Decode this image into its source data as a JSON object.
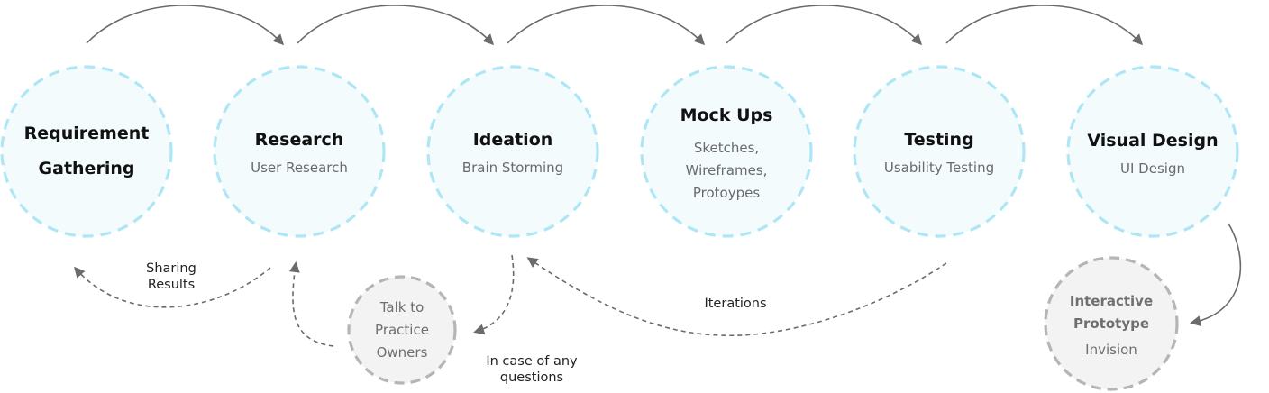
{
  "stages": [
    {
      "title_lines": [
        "Requirement",
        "Gathering"
      ],
      "sub_lines": []
    },
    {
      "title_lines": [
        "Research"
      ],
      "sub_lines": [
        "User Research"
      ]
    },
    {
      "title_lines": [
        "Ideation"
      ],
      "sub_lines": [
        "Brain Storming"
      ]
    },
    {
      "title_lines": [
        "Mock Ups"
      ],
      "sub_lines": [
        "Sketches,",
        "Wireframes,",
        "Protoypes"
      ]
    },
    {
      "title_lines": [
        "Testing"
      ],
      "sub_lines": [
        "Usability Testing"
      ]
    },
    {
      "title_lines": [
        "Visual Design"
      ],
      "sub_lines": [
        "UI Design"
      ]
    }
  ],
  "side_nodes": {
    "talk": {
      "lines": [
        "Talk to",
        "Practice",
        "Owners"
      ]
    },
    "prototype": {
      "title_lines": [
        "Interactive",
        "Prototype"
      ],
      "sub_lines": [
        "Invision"
      ]
    }
  },
  "labels": {
    "sharing": [
      "Sharing",
      "Results"
    ],
    "questions": [
      "In case of any",
      "questions"
    ],
    "iterations": "Iterations"
  },
  "colors": {
    "stage_fill": "#f3fbfd",
    "stage_stroke": "#aee6f5",
    "side_fill": "#f3f3f3",
    "side_stroke": "#b5b5b5",
    "arrow": "#6b6b6b"
  }
}
